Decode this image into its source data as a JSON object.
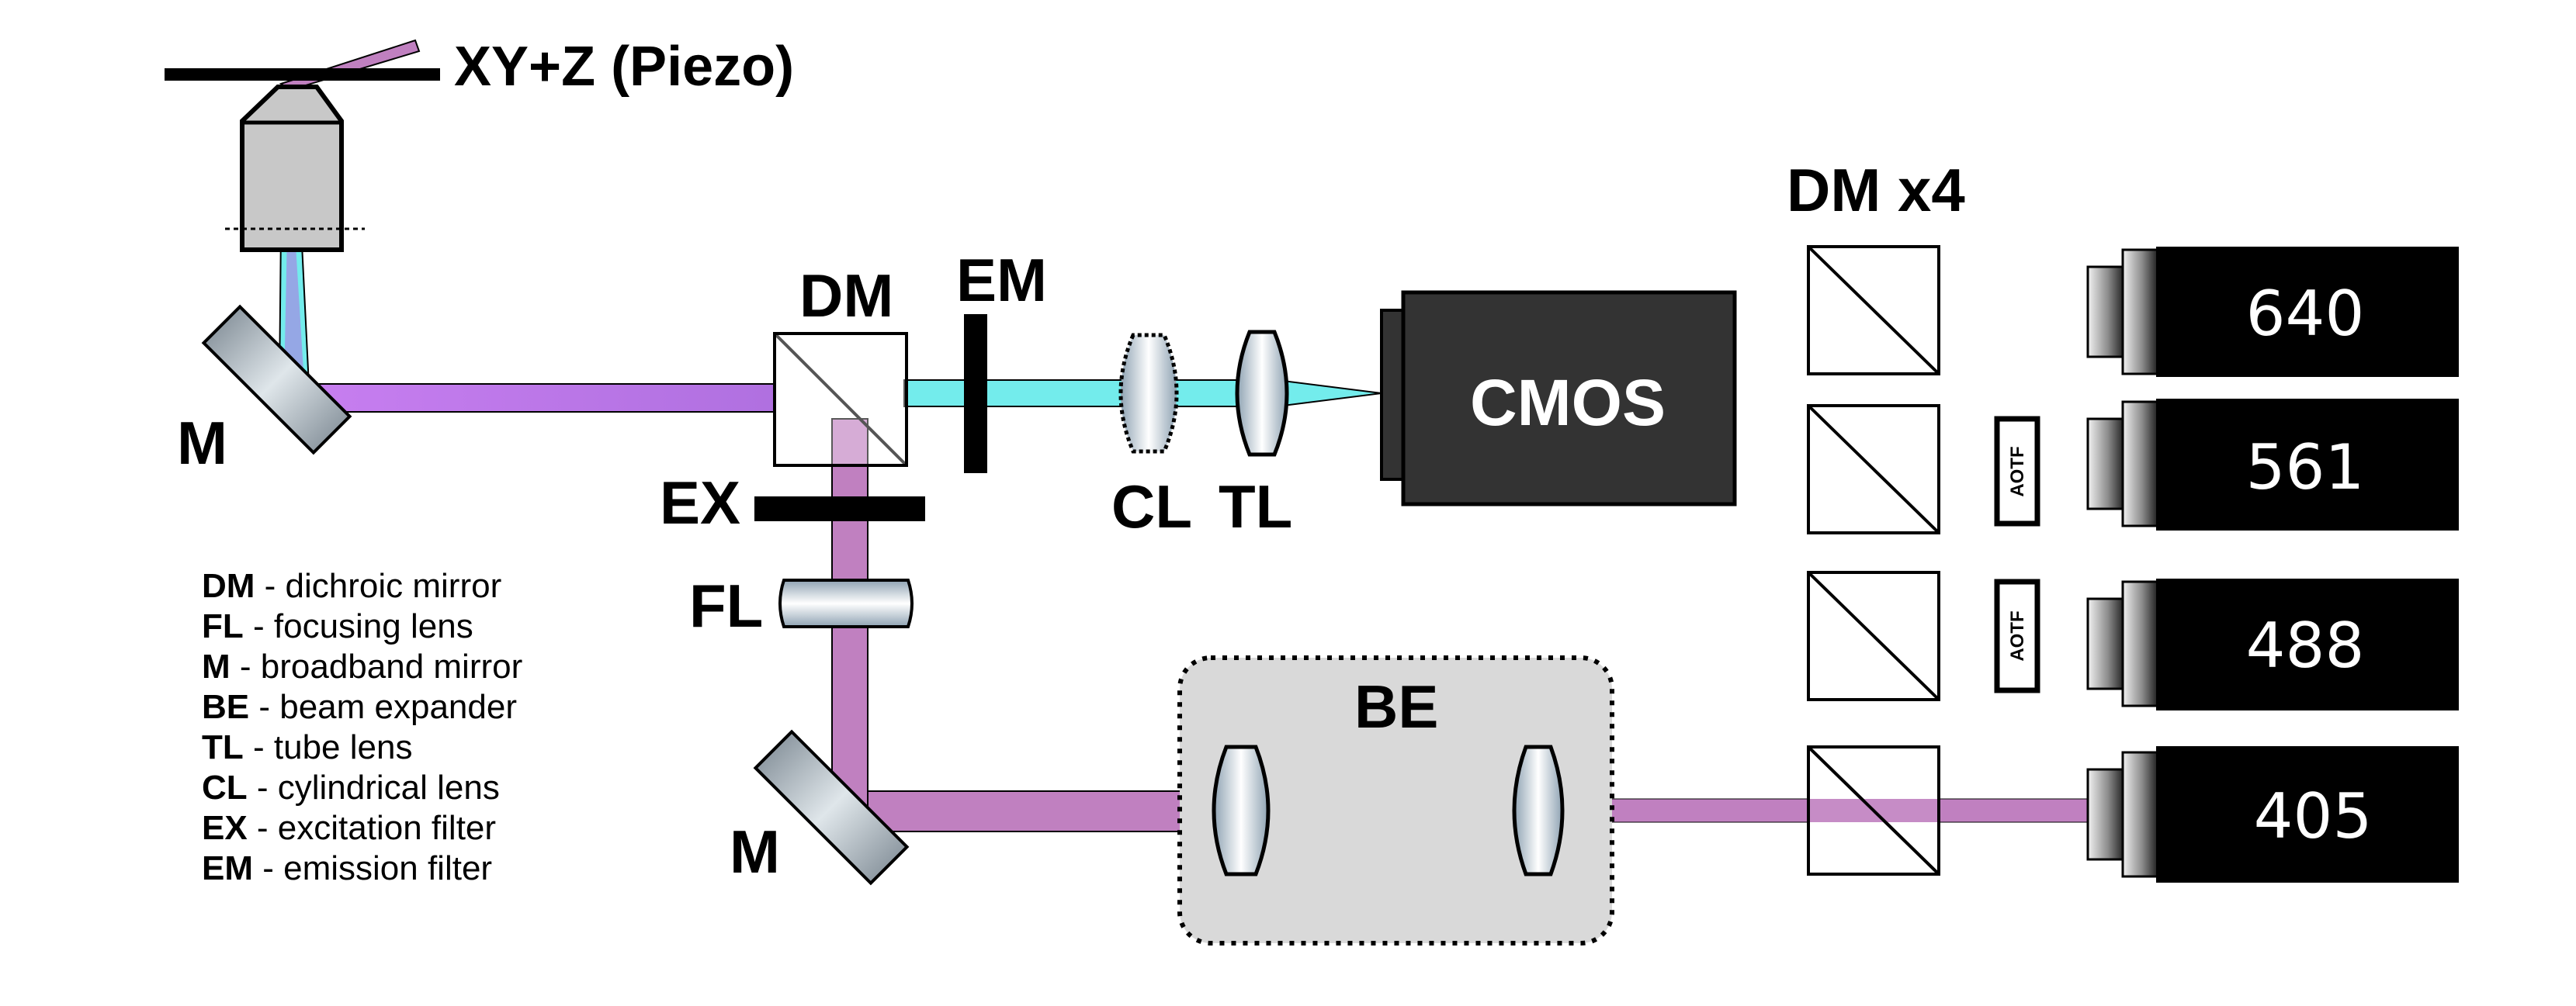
{
  "stage_label": "XY+Z (Piezo)",
  "labels": {
    "dm": "DM",
    "em": "EM",
    "ex": "EX",
    "fl": "FL",
    "cl": "CL",
    "tl": "TL",
    "m_upper": "M",
    "m_lower": "M",
    "be": "BE",
    "dm_x4": "DM x4",
    "cmos": "CMOS"
  },
  "aotf_label": "AOTF",
  "lasers": [
    "640",
    "561",
    "488",
    "405"
  ],
  "legend": [
    {
      "abbr": "DM",
      "desc": " - dichroic mirror"
    },
    {
      "abbr": "FL",
      "desc": " - focusing lens"
    },
    {
      "abbr": "M",
      "desc": " - broadband mirror"
    },
    {
      "abbr": "BE",
      "desc": " - beam expander"
    },
    {
      "abbr": "TL",
      "desc": " - tube lens"
    },
    {
      "abbr": "CL",
      "desc": " - cylindrical lens"
    },
    {
      "abbr": "EX",
      "desc": " - excitation filter"
    },
    {
      "abbr": "EM",
      "desc": " - emission filter"
    }
  ],
  "colors": {
    "excitation_beam": "#c080c0",
    "emission_beam": "#73ecec",
    "body_black": "#000000",
    "cmos_body": "#333333",
    "objective_gray": "#c8c8c8",
    "be_box": "#d9d9d9"
  }
}
